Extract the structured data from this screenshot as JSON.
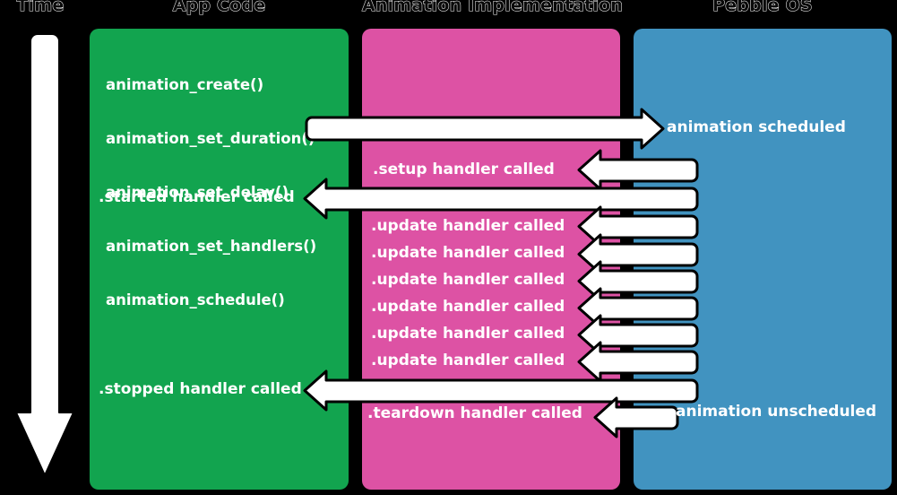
{
  "columns": [
    {
      "id": "time",
      "title": "Time"
    },
    {
      "id": "app",
      "title": "App Code",
      "color": "#12a44f"
    },
    {
      "id": "impl",
      "title": "Animation Implementation",
      "color": "#dd52a4"
    },
    {
      "id": "os",
      "title": "Pebble OS",
      "color": "#4193c0"
    }
  ],
  "time_arrow": {
    "name": "time-down-arrow",
    "direction": "down",
    "color": "#ffffff"
  },
  "app_code_lines": [
    "animation_create()",
    "animation_set_duration()",
    "animation_set_delay()",
    "animation_set_handlers()",
    "animation_schedule()"
  ],
  "events": [
    {
      "id": "animation-scheduled",
      "label": "animation scheduled",
      "lane": "os",
      "direction": "right"
    },
    {
      "id": "setup-handler",
      "label": ".setup handler called",
      "lane": "impl",
      "direction": "left"
    },
    {
      "id": "started-handler",
      "label": ".started handler called",
      "lane": "app",
      "direction": "left"
    },
    {
      "id": "update-handler-1",
      "label": ".update handler called",
      "lane": "impl",
      "direction": "left"
    },
    {
      "id": "update-handler-2",
      "label": ".update handler called",
      "lane": "impl",
      "direction": "left"
    },
    {
      "id": "update-handler-3",
      "label": ".update handler called",
      "lane": "impl",
      "direction": "left"
    },
    {
      "id": "update-handler-4",
      "label": ".update handler called",
      "lane": "impl",
      "direction": "left"
    },
    {
      "id": "update-handler-5",
      "label": ".update handler called",
      "lane": "impl",
      "direction": "left"
    },
    {
      "id": "update-handler-6",
      "label": ".update handler called",
      "lane": "impl",
      "direction": "left"
    },
    {
      "id": "stopped-handler",
      "label": ".stopped handler called",
      "lane": "app",
      "direction": "left"
    },
    {
      "id": "teardown-handler",
      "label": ".teardown handler called",
      "lane": "impl",
      "direction": "left"
    },
    {
      "id": "animation-unscheduled",
      "label": "animation unscheduled",
      "lane": "os",
      "direction": "left"
    }
  ],
  "colors": {
    "background": "#000000",
    "app_code": "#12a44f",
    "animation_impl": "#dd52a4",
    "pebble_os": "#4193c0",
    "arrow_fill": "#ffffff",
    "arrow_stroke": "#000000",
    "text": "#ffffff",
    "header_text": "#0a0a0a"
  }
}
